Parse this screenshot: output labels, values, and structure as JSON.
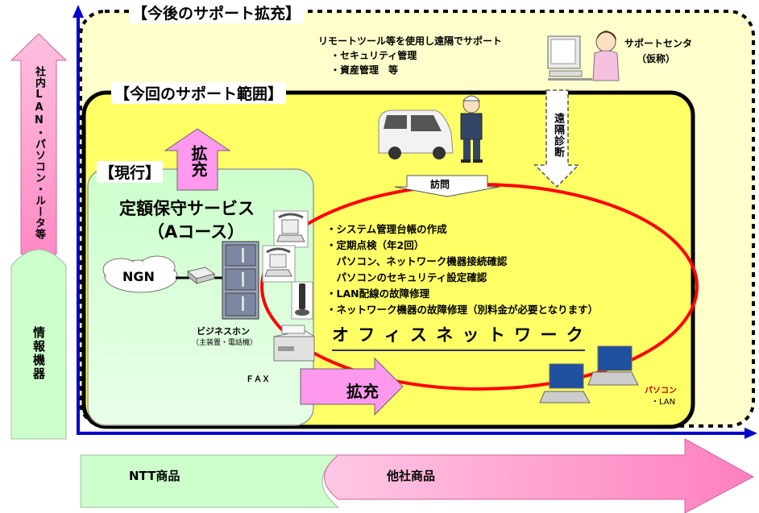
{
  "left_axis": {
    "upper_label": "社内LAN・パソコン・ルータ等",
    "lower_label": "情報機器"
  },
  "bottom_axis": {
    "ntt_label": "NTT商品",
    "other_label": "他社商品"
  },
  "future_scope": {
    "title": "【今後のサポート拡充】",
    "remote_text": "リモートツール等を使用し遠隔でサポート",
    "bullets": [
      "・セキュリティ管理",
      "・資産管理　等"
    ],
    "support_center": "サポートセンタ",
    "support_center_note": "（仮称）",
    "remote_diag": "遠隔診断"
  },
  "current_scope": {
    "title": "【今回のサポート範囲】",
    "visit": "訪問"
  },
  "present": {
    "title": "【現行】",
    "expand_up": "拡充",
    "service_name": "定額保守サービス",
    "course": "（Aコース）",
    "ngn": "NGN",
    "business_phone": "ビジネスホン",
    "business_phone_note": "（主装置・電話機）",
    "fax": "ＦＡＸ",
    "expand_right": "拡充"
  },
  "service_items": [
    "・システム管理台帳の作成",
    "・定期点検（年2回）",
    "　パソコン、ネットワーク機器接続確認",
    "　パソコンのセキュリティ設定確認",
    "・LAN配線の故障修理",
    "・ネットワーク機器の故障修理（別料金が必要となります）"
  ],
  "office_network": "オ フ ィ ス ネ ッ ト ワ ー ク",
  "pc_label": "パソコン",
  "lan_label": "・LAN",
  "colors": {
    "future_fill": "#ffffcc",
    "scope_fill": "#ffff66",
    "present_fill": "#ccffcc",
    "pink": "#ff99cc",
    "axis_blue": "#0000cc",
    "red_ellipse": "#ff0000"
  }
}
